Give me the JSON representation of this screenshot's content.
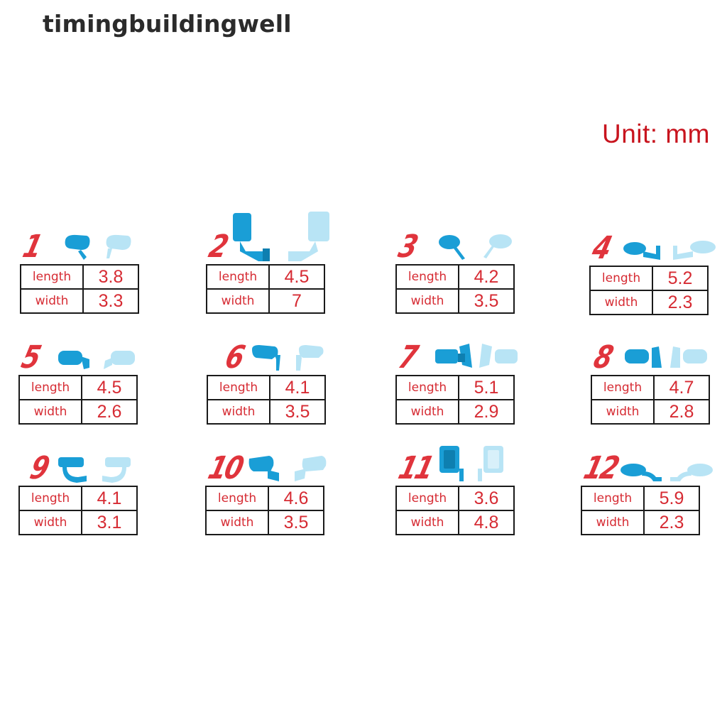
{
  "watermark": "timingbuildingwell",
  "unit_label": "Unit: mm",
  "colors": {
    "accent_red": "#d62b33",
    "mirror_dark": "#1a9ed6",
    "mirror_light": "#b8e4f5"
  },
  "row_labels": {
    "length": "length",
    "width": "width"
  },
  "items": [
    {
      "number": "1",
      "length": "3.8",
      "width": "3.3"
    },
    {
      "number": "2",
      "length": "4.5",
      "width": "7"
    },
    {
      "number": "3",
      "length": "4.2",
      "width": "3.5"
    },
    {
      "number": "4",
      "length": "5.2",
      "width": "2.3"
    },
    {
      "number": "5",
      "length": "4.5",
      "width": "2.6"
    },
    {
      "number": "6",
      "length": "4.1",
      "width": "3.5"
    },
    {
      "number": "7",
      "length": "5.1",
      "width": "2.9"
    },
    {
      "number": "8",
      "length": "4.7",
      "width": "2.8"
    },
    {
      "number": "9",
      "length": "4.1",
      "width": "3.1"
    },
    {
      "number": "10",
      "length": "4.6",
      "width": "3.5"
    },
    {
      "number": "11",
      "length": "3.6",
      "width": "4.8"
    },
    {
      "number": "12",
      "length": "5.9",
      "width": "2.3"
    }
  ]
}
